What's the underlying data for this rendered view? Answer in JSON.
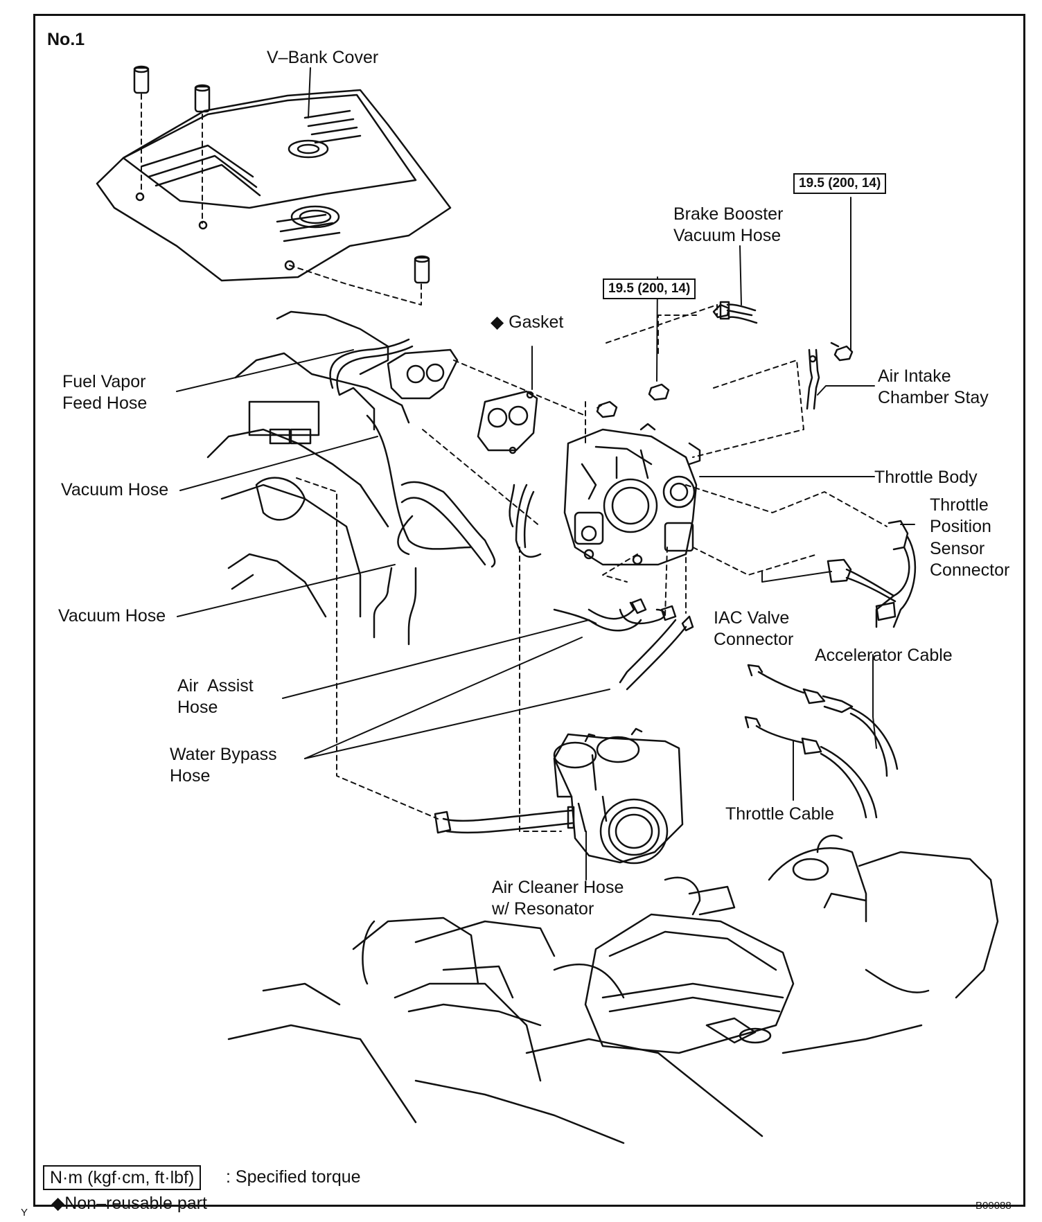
{
  "figure_label": "No.1",
  "labels": {
    "v_bank_cover": "V–Bank Cover",
    "brake_booster": [
      "Brake Booster",
      "Vacuum Hose"
    ],
    "gasket": "◆ Gasket",
    "fuel_vapor": [
      "Fuel Vapor",
      "Feed Hose"
    ],
    "air_intake_stay": [
      "Air Intake",
      "Chamber Stay"
    ],
    "vacuum_hose_1": "Vacuum Hose",
    "throttle_body": "Throttle Body",
    "tps_connector": [
      "Throttle",
      "Position",
      "Sensor",
      "Connector"
    ],
    "vacuum_hose_2": "Vacuum Hose",
    "iac_connector": [
      "IAC Valve",
      "Connector"
    ],
    "accelerator_cable": "Accelerator Cable",
    "air_assist": [
      "Air  Assist",
      "Hose"
    ],
    "water_bypass": [
      "Water Bypass",
      "Hose"
    ],
    "throttle_cable": "Throttle Cable",
    "air_cleaner_hose": [
      "Air Cleaner Hose",
      "w/ Resonator"
    ]
  },
  "torque_values": {
    "stay_bolt": "19.5 (200, 14)",
    "throttle_nut": "19.5 (200, 14)"
  },
  "legend": {
    "torque_unit_box": "N·m (kgf·cm, ft·lbf)",
    "torque_text": ": Specified torque",
    "non_reusable": "◆Non–reusable part"
  },
  "corner_mark": "Y",
  "figure_code": "B09088"
}
